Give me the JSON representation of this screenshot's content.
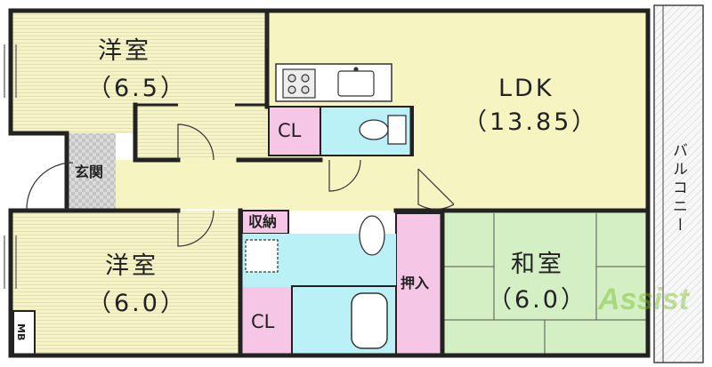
{
  "rooms": {
    "western_top": {
      "name": "洋室",
      "size": "（6.5）"
    },
    "ldk": {
      "name": "LDK",
      "size": "（13.85）"
    },
    "western_bottom": {
      "name": "洋室",
      "size": "（6.0）"
    },
    "japanese": {
      "name": "和室",
      "size": "（6.0）"
    },
    "entrance": "玄関",
    "closet_top": "CL",
    "closet_bottom": "CL",
    "storage": "収納",
    "oshiire": "押入",
    "balcony": "バルコニー",
    "meter_box": "MB"
  },
  "logo": {
    "text": "Assist"
  },
  "colors": {
    "western": "#f5f3c8",
    "ldk": "#f6f4c0",
    "closet": "#f5c6e6",
    "wet": "#b9f1f6",
    "tatami": "#d3efc3",
    "entrance_tile": "#d8d8d8",
    "balcony": "#f2f2f2",
    "wall": "#222222"
  }
}
